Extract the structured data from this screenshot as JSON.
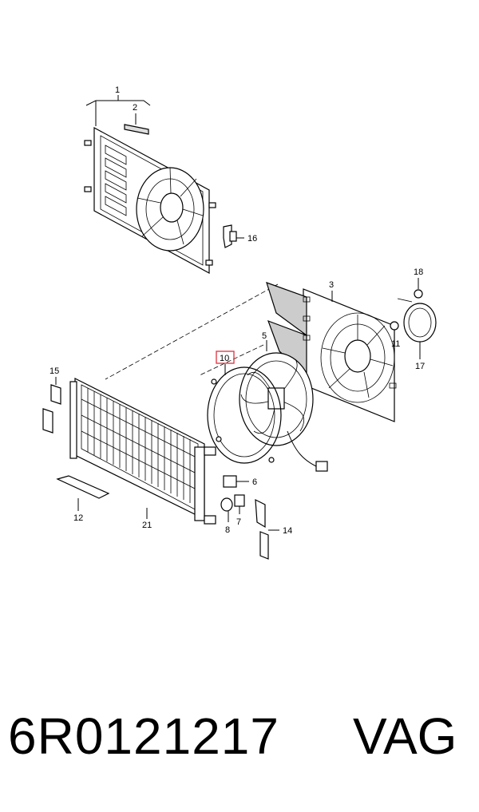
{
  "diagram": {
    "callouts": [
      "1",
      "2",
      "3",
      "5",
      "6",
      "7",
      "8",
      "10",
      "11",
      "12",
      "14",
      "15",
      "16",
      "17",
      "18",
      "21"
    ],
    "highlighted_callout": "10",
    "highlight_color": "#e0303c"
  },
  "footer": {
    "part_number": "6R0121217",
    "brand": "VAG"
  }
}
